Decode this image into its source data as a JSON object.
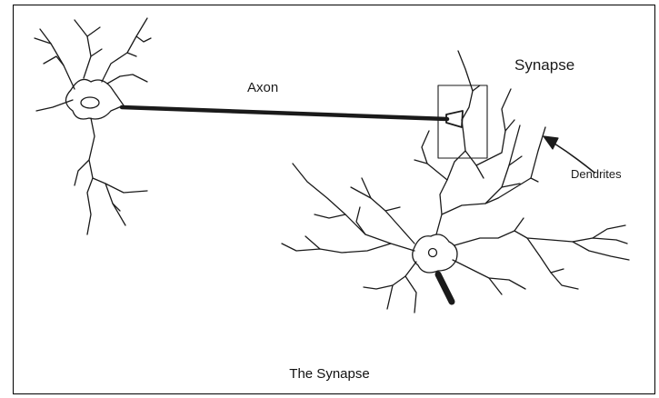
{
  "labels": {
    "axon": "Axon",
    "synapse": "Synapse",
    "dendrites": "Dendrites"
  },
  "caption": "The Synapse",
  "colors": {
    "ink": "#1a1a1a",
    "background": "#ffffff"
  }
}
